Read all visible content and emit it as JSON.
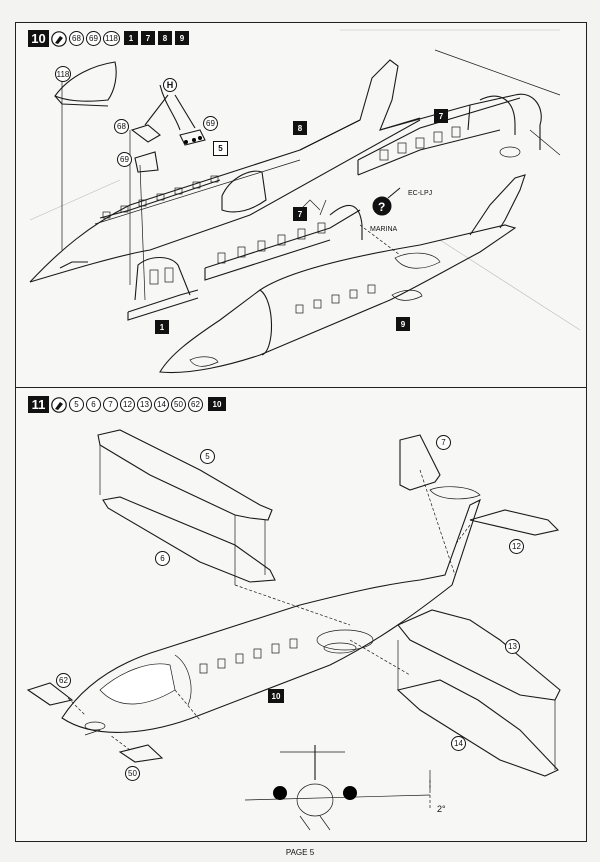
{
  "page": {
    "footer": "PAGE 5"
  },
  "step10": {
    "number": "10",
    "header_circles": [
      "68",
      "69",
      "118"
    ],
    "header_boxes": [
      "1",
      "7",
      "8",
      "9"
    ],
    "callouts": {
      "p118": "118",
      "p68": "68",
      "p69a": "69",
      "p69b": "69",
      "h_label": "H",
      "box5": "5",
      "box8": "8",
      "box7a": "7",
      "box7b": "7",
      "box1": "1",
      "box9": "9"
    },
    "reg_text": "EC-LPJ",
    "marina_text": "MARINA"
  },
  "step11": {
    "number": "11",
    "header_circles": [
      "5",
      "6",
      "7",
      "12",
      "13",
      "14",
      "50",
      "62"
    ],
    "header_boxes": [
      "10"
    ],
    "callouts": {
      "p5": "5",
      "p6": "6",
      "p7": "7",
      "p12": "12",
      "p13": "13",
      "p14": "14",
      "p62": "62",
      "p50": "50",
      "box10": "10"
    },
    "dihedral": "2°"
  }
}
